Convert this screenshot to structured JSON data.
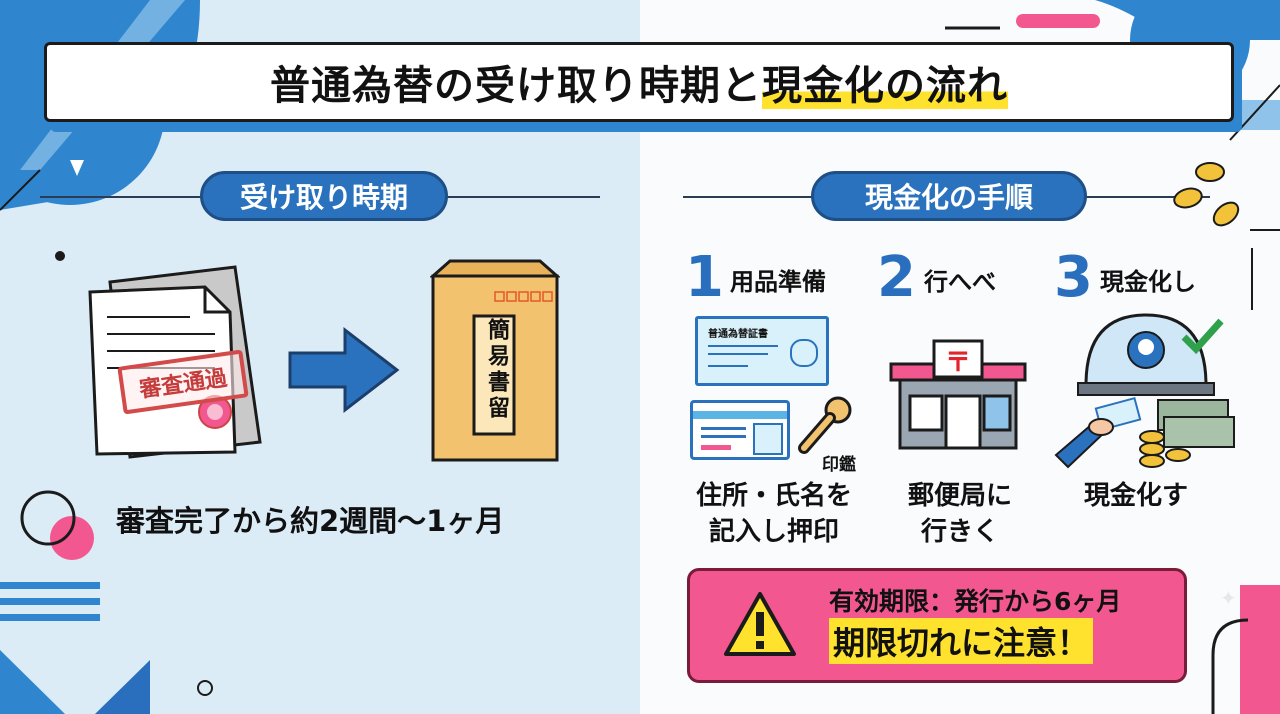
{
  "title": {
    "main": "普通為替の受け取り時期と",
    "highlight": "現金化の流れ"
  },
  "left": {
    "heading": "受け取り時期",
    "stamp": "審査通過",
    "envelope": "簡易書留",
    "caption": "審査完了から約2週間〜1ヶ月"
  },
  "right": {
    "heading": "現金化の手順",
    "steps": [
      {
        "num": "1",
        "label": "用品準備",
        "caption_line1": "住所・氏名を",
        "caption_line2": "記入し押印"
      },
      {
        "num": "2",
        "label": "行へべ",
        "caption_line1": "郵便局に",
        "caption_line2": "行きく"
      },
      {
        "num": "3",
        "label": "現金化し",
        "caption_line1": "現金化す",
        "caption_line2": ""
      }
    ],
    "certificate_label": "普通為替証書",
    "seal_label": "印鑑",
    "post_mark": "〒",
    "warning": {
      "line1": "有効期限：発行から6ヶ月",
      "line2": "期限切れに注意！"
    }
  },
  "colors": {
    "accent_blue": "#2a72be",
    "warning_pink": "#f2578f",
    "highlight_yellow": "#ffe22e"
  }
}
